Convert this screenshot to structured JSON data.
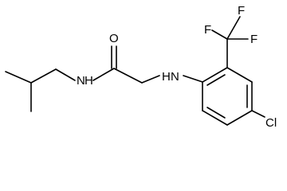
{
  "molecule": {
    "atoms": {
      "oxygen": "O",
      "amide_nitrogen": "N",
      "amide_hydrogen": "H",
      "amine_nitrogen": "N",
      "amine_hydrogen": "H",
      "fluorine_top_left": "F",
      "fluorine_top_right": "F",
      "fluorine_right": "F",
      "chlorine": "Cl"
    }
  }
}
